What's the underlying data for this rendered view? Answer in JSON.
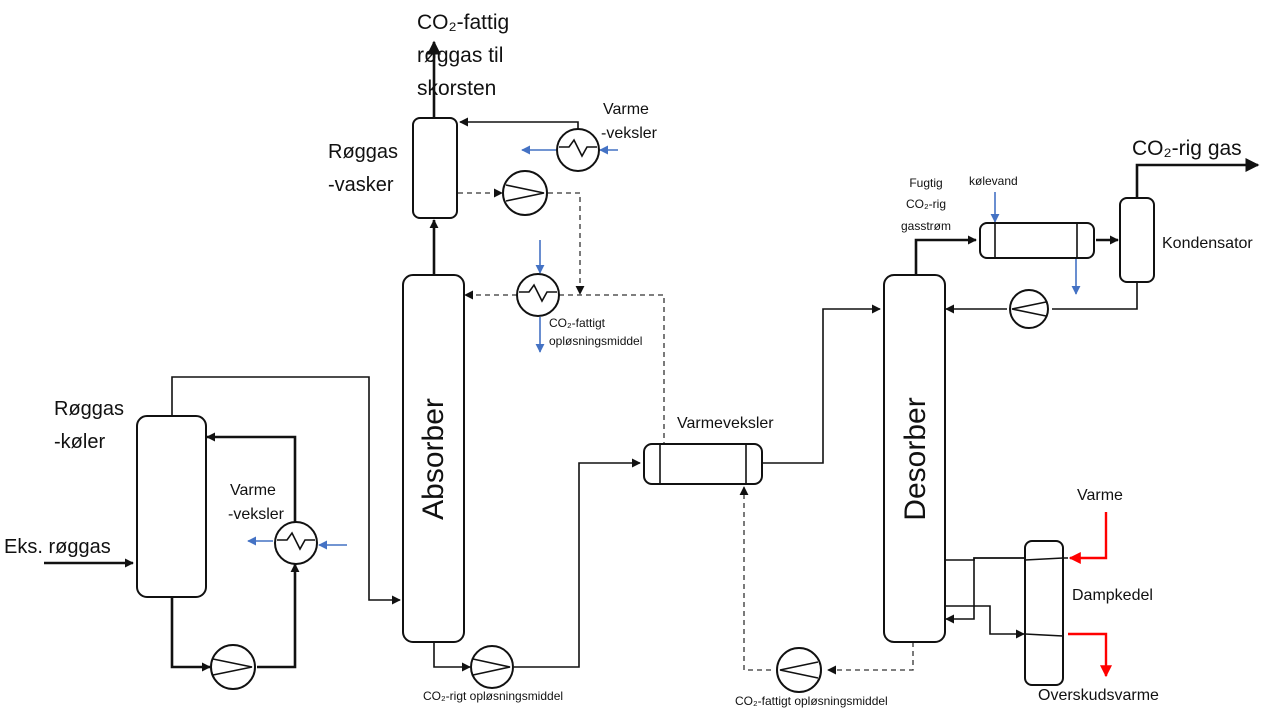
{
  "labels": {
    "co2_poor_fluegas_line1": "CO₂-fattig",
    "co2_poor_fluegas_line2": "røggas til",
    "co2_poor_fluegas_line3": "skorsten",
    "varme_veksler_top_line1": "Varme",
    "varme_veksler_top_line2": "-veksler",
    "roggas_vasker_line1": "Røggas",
    "roggas_vasker_line2": "-vasker",
    "co2_rig_gas": "CO₂-rig gas",
    "fugtig_line1": "Fugtig",
    "fugtig_line2": "CO₂-rig",
    "fugtig_line3": "gasstrøm",
    "kolevand": "kølevand",
    "kondensator": "Kondensator",
    "co2_fattigt_mid_line1": "CO₂-fattigt",
    "co2_fattigt_mid_line2": "opløsningsmiddel",
    "roggas_koler_line1": "Røggas",
    "roggas_koler_line2": "-køler",
    "absorber": "Absorber",
    "varmeveksler": "Varmeveksler",
    "desorber": "Desorber",
    "varme_veksler_left_line1": "Varme",
    "varme_veksler_left_line2": "-veksler",
    "eks_roggas": "Eks. røggas",
    "varme": "Varme",
    "dampkedel": "Dampkedel",
    "co2_rigt_bottom": "CO₂-rigt opløsningsmiddel",
    "co2_fattigt_bottom": "CO₂-fattigt opløsningsmiddel",
    "overskudsvarme": "Overskudsvarme"
  },
  "colors": {
    "cooling_water": "#4472c4",
    "heat": "#ff0000",
    "process": "#111111"
  }
}
